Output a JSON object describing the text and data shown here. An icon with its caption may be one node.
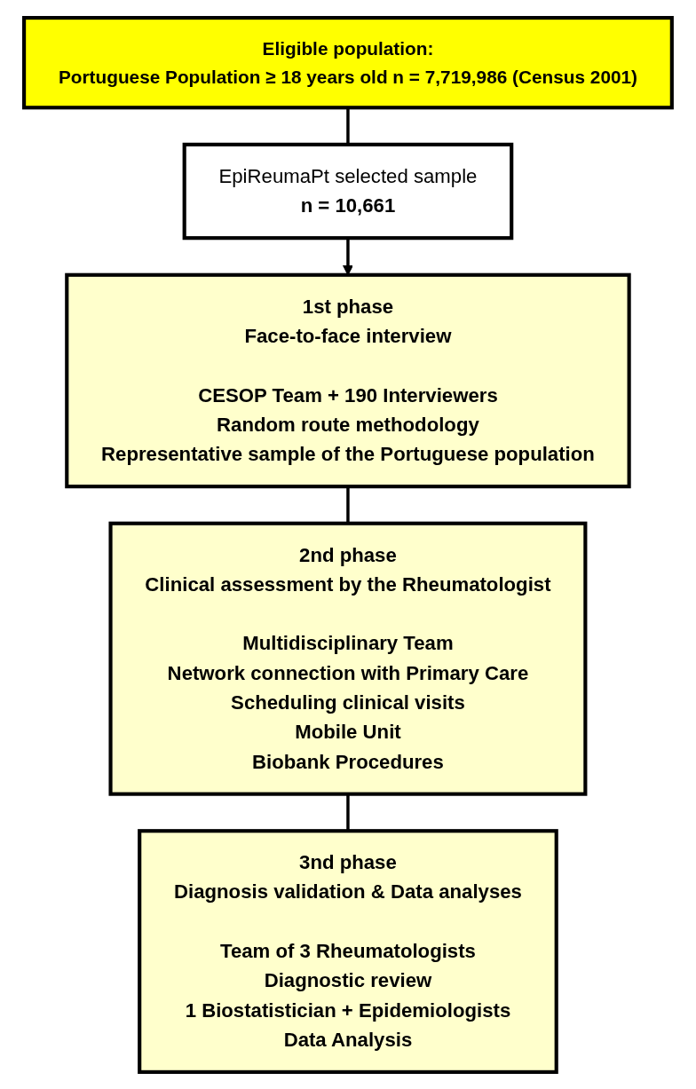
{
  "diagram": {
    "nodes": [
      {
        "text": [
          "Eligible population:",
          "Portuguese Population ≥ 18 years old n = 7,719,986 (Census 2001)"
        ]
      },
      {
        "text": [
          "EpiReumaPt selected sample",
          "n = 10,661"
        ]
      },
      {
        "text": [
          "1st phase",
          "Face-to-face interview",
          "CESOP Team + 190 Interviewers",
          "Random route methodology",
          "Representative sample of the Portuguese population"
        ]
      },
      {
        "text": [
          "2nd phase",
          "Clinical assessment by the Rheumatologist",
          "Multidisciplinary Team",
          "Network connection with Primary Care",
          "Scheduling clinical visits",
          "Mobile Unit",
          "Biobank Procedures"
        ]
      },
      {
        "text": [
          "3nd phase",
          "Diagnosis validation & Data analyses",
          "Team of 3 Rheumatologists",
          "Diagnostic review",
          "1 Biostatistician + Epidemiologists",
          "Data Analysis"
        ]
      }
    ],
    "edges": [
      {
        "from": 0,
        "to": 1,
        "arrow": "none"
      },
      {
        "from": 1,
        "to": 2,
        "arrow": "to"
      },
      {
        "from": 2,
        "to": 3,
        "arrow": "none"
      },
      {
        "from": 3,
        "to": 4,
        "arrow": "none"
      }
    ]
  }
}
